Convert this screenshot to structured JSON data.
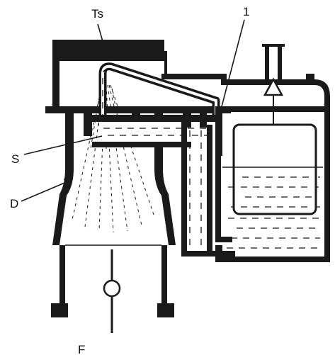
{
  "labels": {
    "ts": "Ts",
    "one": "1",
    "s": "S",
    "d": "D",
    "f": "F"
  },
  "colors": {
    "ink": "#1a1a1a",
    "paper": "#ffffff"
  }
}
